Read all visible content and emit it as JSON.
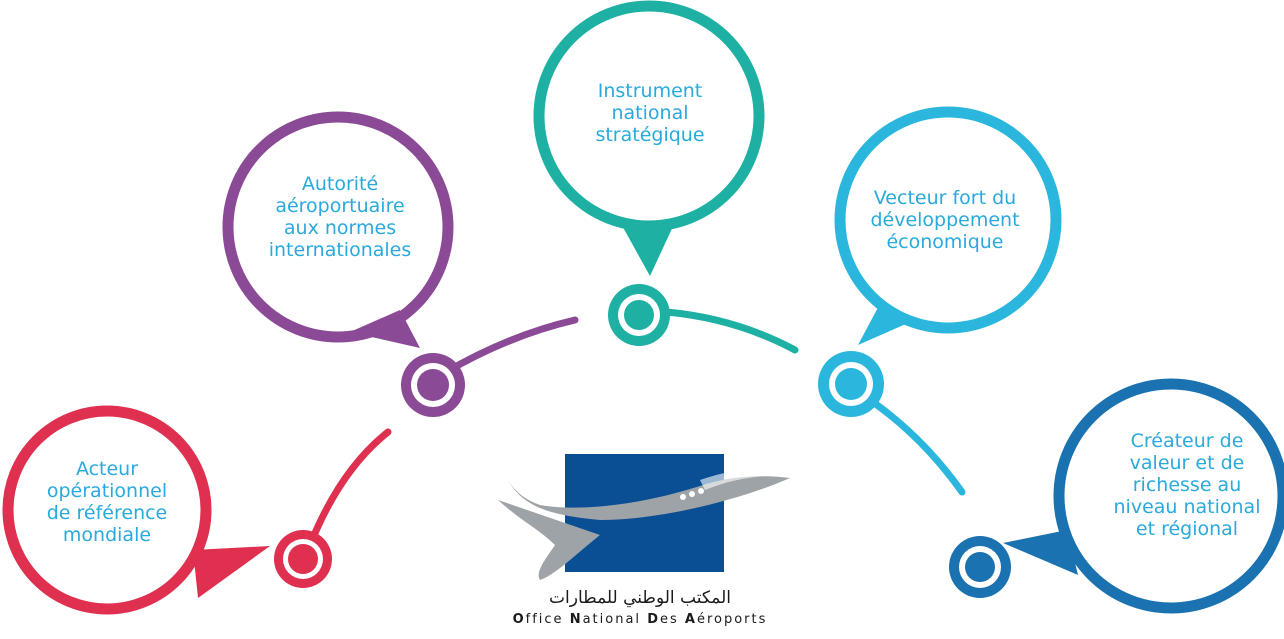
{
  "colors": {
    "red": "#e0304f",
    "purple": "#8b4a96",
    "teal": "#1eb1a3",
    "cyan": "#2ab6dd",
    "navy": "#1a72b1",
    "text": "#2aa9dc",
    "logo_blue": "#0a4f94",
    "logo_gray": "#9ea3a8"
  },
  "bubbles": {
    "red": {
      "lines": [
        "Acteur",
        "opérationnel",
        "de référence",
        "mondiale"
      ]
    },
    "purple": {
      "lines": [
        "Autorité",
        "aéroportuaire",
        "aux normes",
        "internationales"
      ]
    },
    "teal": {
      "lines": [
        "Instrument",
        "national",
        "stratégique"
      ]
    },
    "cyan": {
      "lines": [
        "Vecteur fort du",
        "développement",
        "économique"
      ]
    },
    "navy": {
      "lines": [
        "Créateur de",
        "valeur et de",
        "richesse au",
        "niveau national",
        "et régional"
      ]
    }
  },
  "logo": {
    "arabic": "المكتب الوطني للمطارات",
    "french": "Office National Des Aéroports",
    "name_parts": [
      {
        "initial": "O",
        "rest": "ffice"
      },
      {
        "initial": "N",
        "rest": "ational"
      },
      {
        "initial": "D",
        "rest": "es"
      },
      {
        "initial": "A",
        "rest": "éroports"
      }
    ]
  }
}
